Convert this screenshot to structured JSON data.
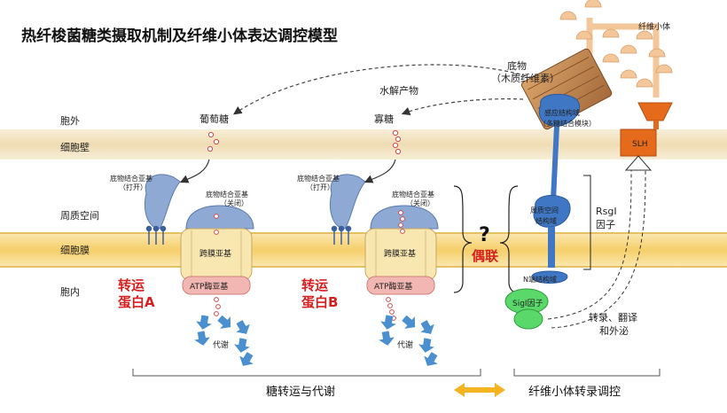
{
  "title": "热纤梭菌糖类摄取机制及纤维小体表达调控模型",
  "zones": {
    "outside": "胞外",
    "cell_wall": "细胞壁",
    "periplasm": "周质空间",
    "membrane": "细胞膜",
    "inside": "胞内"
  },
  "labels": {
    "cellulosome": "纤维小体",
    "substrate_line1": "底物",
    "substrate_line2": "（木质纤维素）",
    "hydrolysate": "水解产物",
    "glucose": "葡萄糖",
    "oligo": "寡糖",
    "sensor_line1": "感应结构域",
    "sensor_line2": "（多糖结合模块）",
    "slh": "SLH",
    "sbs_open_line1": "底物结合亚基",
    "sbs_open_line2": "（打开）",
    "sbs_closed_line1": "底物结合亚基",
    "sbs_closed_line2": "（关闭）",
    "tm_subunit": "跨膜亚基",
    "atpase": "ATP酶亚基",
    "transporter_a_line1": "转运",
    "transporter_a_line2": "蛋白A",
    "transporter_b_line1": "转运",
    "transporter_b_line2": "蛋白B",
    "metabolism": "代谢",
    "question": "?",
    "coupling": "偶联",
    "periplasmic_domain_line1": "周质空间",
    "periplasmic_domain_line2": "结构域",
    "n_domain": "N端结构域",
    "rsgi_line1": "RsgI",
    "rsgi_line2": "因子",
    "sigi": "SigI因子",
    "transcription_line1": "转录、翻译",
    "transcription_line2": "和外泌",
    "bottom_left": "糖转运与代谢",
    "bottom_right": "纤维小体转录调控"
  },
  "colors": {
    "cell_wall": "#f3e7c8",
    "membrane": "#f7d88a",
    "binding_subunit": "#8ea9d3",
    "transmembrane": "#f8e7b0",
    "atpase": "#f3b7b3",
    "arrow_blue": "#4a8fcf",
    "rsgi_blue": "#3f77c4",
    "sigi_green": "#5ad86a",
    "slh_orange": "#e56a1c",
    "cellulosome": "#f3c79a",
    "red_text": "#d62020",
    "double_arrow": "#f4b320"
  }
}
